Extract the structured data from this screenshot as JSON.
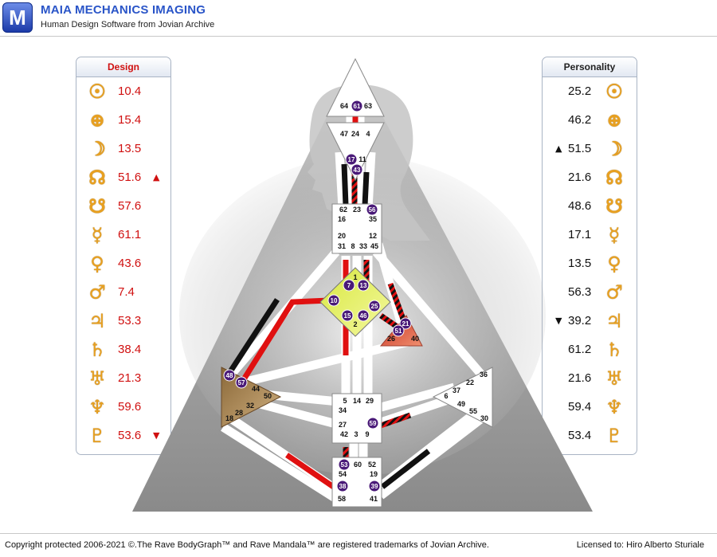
{
  "header": {
    "logo_letter": "M",
    "title": "MAIA MECHANICS IMAGING",
    "subtitle": "Human Design Software from Jovian Archive"
  },
  "design": {
    "heading": "Design",
    "rows": [
      {
        "icon": "sun-icon",
        "glyph": "☉",
        "value": "10.4",
        "arrow": ""
      },
      {
        "icon": "earth-icon",
        "glyph": "⊕",
        "value": "15.4",
        "arrow": ""
      },
      {
        "icon": "moon-icon",
        "glyph": "☽",
        "value": "13.5",
        "arrow": ""
      },
      {
        "icon": "north-node-icon",
        "glyph": "☊",
        "value": "51.6",
        "arrow": "▲"
      },
      {
        "icon": "south-node-icon",
        "glyph": "☋",
        "value": "57.6",
        "arrow": ""
      },
      {
        "icon": "mercury-icon",
        "glyph": "☿",
        "value": "61.1",
        "arrow": ""
      },
      {
        "icon": "venus-icon",
        "glyph": "♀",
        "value": "43.6",
        "arrow": ""
      },
      {
        "icon": "mars-icon",
        "glyph": "♂",
        "value": "7.4",
        "arrow": ""
      },
      {
        "icon": "jupiter-icon",
        "glyph": "♃",
        "value": "53.3",
        "arrow": ""
      },
      {
        "icon": "saturn-icon",
        "glyph": "♄",
        "value": "38.4",
        "arrow": ""
      },
      {
        "icon": "uranus-icon",
        "glyph": "♅",
        "value": "21.3",
        "arrow": ""
      },
      {
        "icon": "neptune-icon",
        "glyph": "♆",
        "value": "59.6",
        "arrow": ""
      },
      {
        "icon": "pluto-icon",
        "glyph": "♇",
        "value": "53.6",
        "arrow": "▼"
      }
    ]
  },
  "personality": {
    "heading": "Personality",
    "rows": [
      {
        "icon": "sun-icon",
        "glyph": "☉",
        "value": "25.2",
        "arrow": ""
      },
      {
        "icon": "earth-icon",
        "glyph": "⊕",
        "value": "46.2",
        "arrow": ""
      },
      {
        "icon": "moon-icon",
        "glyph": "☽",
        "value": "51.5",
        "arrow": "▲"
      },
      {
        "icon": "north-node-icon",
        "glyph": "☊",
        "value": "21.6",
        "arrow": ""
      },
      {
        "icon": "south-node-icon",
        "glyph": "☋",
        "value": "48.6",
        "arrow": ""
      },
      {
        "icon": "mercury-icon",
        "glyph": "☿",
        "value": "17.1",
        "arrow": ""
      },
      {
        "icon": "venus-icon",
        "glyph": "♀",
        "value": "13.5",
        "arrow": ""
      },
      {
        "icon": "mars-icon",
        "glyph": "♂",
        "value": "56.3",
        "arrow": ""
      },
      {
        "icon": "jupiter-icon",
        "glyph": "♃",
        "value": "39.2",
        "arrow": "▼"
      },
      {
        "icon": "saturn-icon",
        "glyph": "♄",
        "value": "61.2",
        "arrow": ""
      },
      {
        "icon": "uranus-icon",
        "glyph": "♅",
        "value": "21.6",
        "arrow": ""
      },
      {
        "icon": "neptune-icon",
        "glyph": "♆",
        "value": "59.4",
        "arrow": ""
      },
      {
        "icon": "pluto-icon",
        "glyph": "♇",
        "value": "53.4",
        "arrow": ""
      }
    ]
  },
  "bodygraph": {
    "colors": {
      "design": "#e01010",
      "personality": "#111111",
      "g_center": "#e8f060",
      "spleen": "#b89058",
      "ego": "#e06050",
      "activation_badge": "#4a1a78"
    },
    "centers": [
      {
        "name": "head",
        "gates": [
          "64",
          "61",
          "63"
        ],
        "active": [
          "61"
        ]
      },
      {
        "name": "ajna",
        "gates": [
          "47",
          "24",
          "4",
          "17",
          "11",
          "43"
        ],
        "active": [
          "17",
          "43"
        ]
      },
      {
        "name": "throat",
        "gates": [
          "62",
          "23",
          "56",
          "16",
          "35",
          "20",
          "12",
          "31",
          "8",
          "33",
          "45"
        ],
        "active": [
          "56"
        ]
      },
      {
        "name": "g",
        "gates": [
          "1",
          "7",
          "13",
          "10",
          "25",
          "15",
          "46",
          "2"
        ],
        "active": [
          "7",
          "13",
          "10",
          "25",
          "15",
          "46"
        ]
      },
      {
        "name": "ego",
        "gates": [
          "21",
          "51",
          "26",
          "40"
        ],
        "active": [
          "21",
          "51"
        ]
      },
      {
        "name": "spleen",
        "gates": [
          "48",
          "57",
          "44",
          "50",
          "32",
          "28",
          "18"
        ],
        "active": [
          "48",
          "57"
        ]
      },
      {
        "name": "sacral",
        "gates": [
          "5",
          "14",
          "29",
          "34",
          "27",
          "59",
          "42",
          "3",
          "9"
        ],
        "active": [
          "59"
        ]
      },
      {
        "name": "solar-plexus",
        "gates": [
          "36",
          "22",
          "37",
          "6",
          "49",
          "55",
          "30"
        ],
        "active": []
      },
      {
        "name": "root",
        "gates": [
          "53",
          "60",
          "52",
          "54",
          "19",
          "38",
          "39",
          "58",
          "41"
        ],
        "active": [
          "53",
          "38",
          "39"
        ]
      }
    ]
  },
  "footer": {
    "copyright": "Copyright protected 2006-2021 ©.The Rave BodyGraph™ and Rave Mandala™ are registered trademarks of Jovian Archive.",
    "licensed": "Licensed to: Hiro Alberto Sturiale"
  }
}
